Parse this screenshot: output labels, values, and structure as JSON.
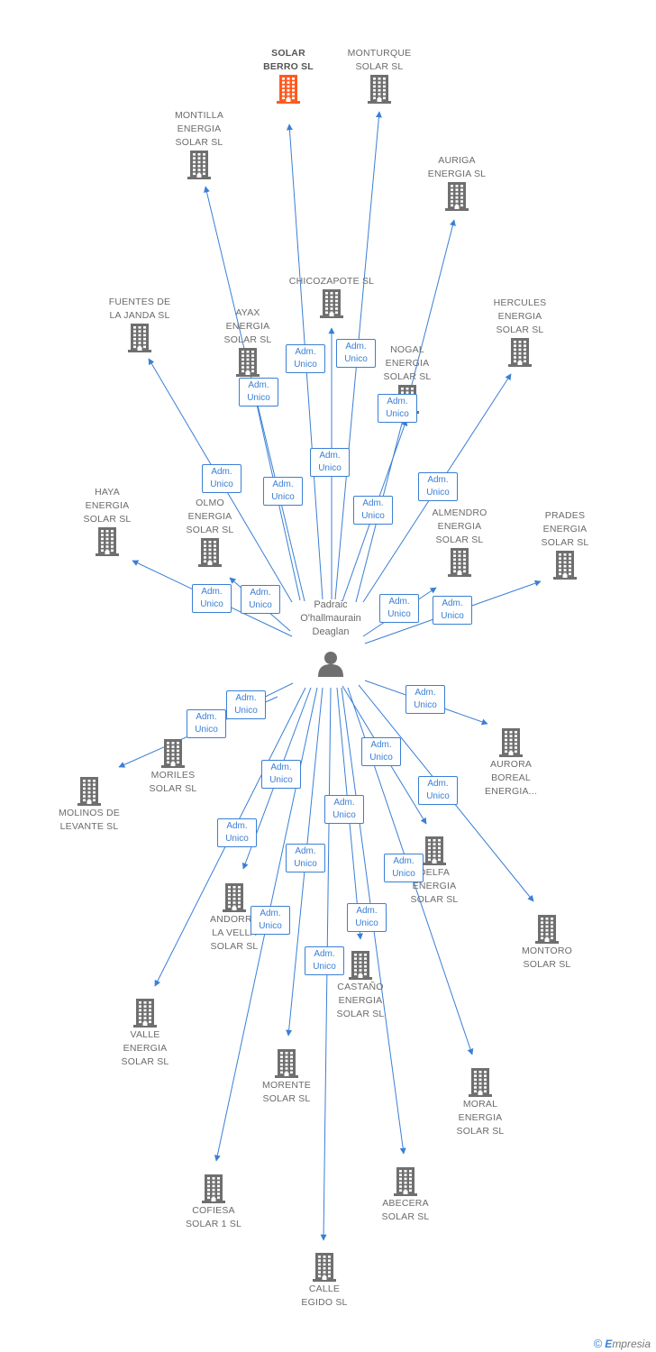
{
  "center": {
    "name": "Padraic\nO'hallmaurain\nDeaglan"
  },
  "relation_label": {
    "line1": "Adm.",
    "line2": "Unico"
  },
  "colors": {
    "edge": "#3a7fd5",
    "building": "#6f6f6f",
    "highlight": "#ff5a1f",
    "person": "#6f6f6f"
  },
  "companies": [
    {
      "id": "solar-berro",
      "name": "SOLAR\nBERRO SL",
      "highlight": true
    },
    {
      "id": "monturque",
      "name": "MONTURQUE\nSOLAR SL"
    },
    {
      "id": "montilla",
      "name": "MONTILLA\nENERGIA\nSOLAR SL"
    },
    {
      "id": "auriga",
      "name": "AURIGA\nENERGIA SL"
    },
    {
      "id": "chicozapote",
      "name": "CHICOZAPOTE SL"
    },
    {
      "id": "fuentes",
      "name": "FUENTES DE\nLA JANDA SL"
    },
    {
      "id": "ayax",
      "name": "AYAX\nENERGIA\nSOLAR SL"
    },
    {
      "id": "nogal",
      "name": "NOGAL\nENERGIA\nSOLAR SL"
    },
    {
      "id": "hercules",
      "name": "HERCULES\nENERGIA\nSOLAR SL"
    },
    {
      "id": "haya",
      "name": "HAYA\nENERGIA\nSOLAR SL"
    },
    {
      "id": "olmo",
      "name": "OLMO\nENERGIA\nSOLAR SL"
    },
    {
      "id": "almendro",
      "name": "ALMENDRO\nENERGIA\nSOLAR SL"
    },
    {
      "id": "prades",
      "name": "PRADES\nENERGIA\nSOLAR SL"
    },
    {
      "id": "moriles",
      "name": "MORILES\nSOLAR SL"
    },
    {
      "id": "molinos",
      "name": "MOLINOS DE\nLEVANTE SL"
    },
    {
      "id": "aurora",
      "name": "AURORA\nBOREAL\nENERGIA..."
    },
    {
      "id": "delfa",
      "name": "DELFA\nENERGIA\nSOLAR SL"
    },
    {
      "id": "andorra",
      "name": "ANDORRA\nLA VELLA\nSOLAR SL"
    },
    {
      "id": "montoro",
      "name": "MONTORO\nSOLAR SL"
    },
    {
      "id": "castano",
      "name": "CASTAÑO\nENERGIA\nSOLAR SL"
    },
    {
      "id": "valle",
      "name": "VALLE\nENERGIA\nSOLAR SL"
    },
    {
      "id": "morente",
      "name": "MORENTE\nSOLAR SL"
    },
    {
      "id": "moral",
      "name": "MORAL\nENERGIA\nSOLAR SL"
    },
    {
      "id": "cofiesa",
      "name": "COFIESA\nSOLAR 1 SL"
    },
    {
      "id": "abecera",
      "name": "ABECERA\nSOLAR SL"
    },
    {
      "id": "calle-egido",
      "name": "CALLE\nEGIDO SL"
    }
  ],
  "footer": {
    "copyright": "©",
    "brand_first": "E",
    "brand_rest": "mpresia"
  }
}
